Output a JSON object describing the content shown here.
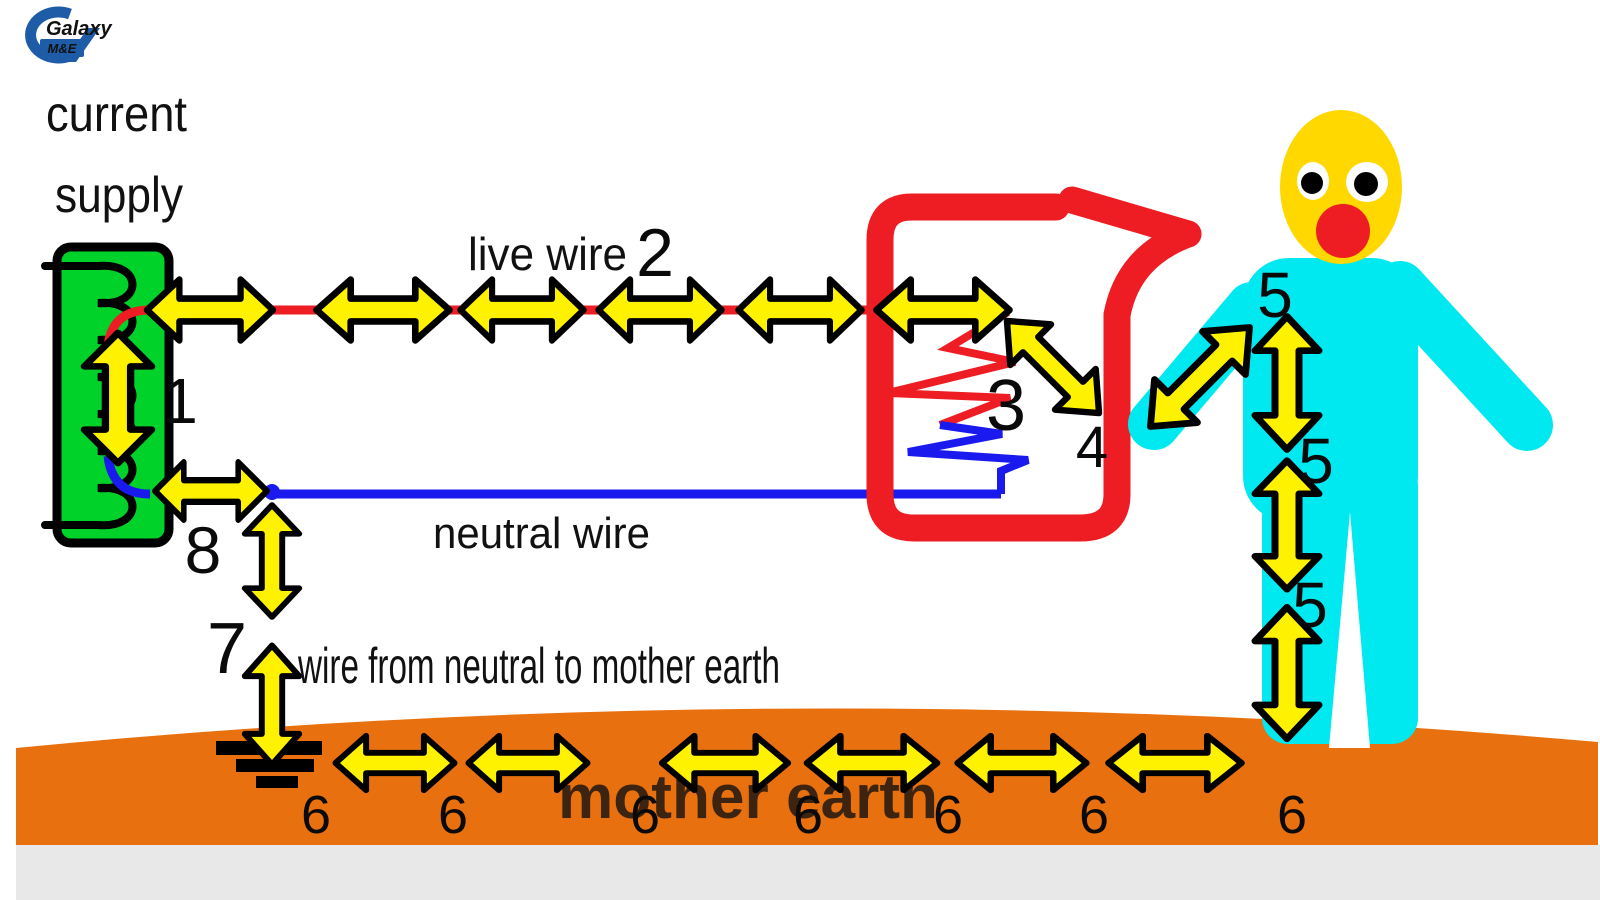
{
  "logo": {
    "brand": "Galaxy",
    "division": "M&E"
  },
  "labels": {
    "source_line1": "current",
    "source_line2": "supply",
    "live_wire": "live wire",
    "neutral_wire": "neutral wire",
    "earth_link_wire": "wire from neutral to mother earth",
    "ground_name": "mother earth"
  },
  "step_numbers": {
    "supply_winding": "1",
    "live_wire_path": "2",
    "heating_element": "3",
    "element_to_hand": "4",
    "body_path": [
      "5",
      "5",
      "5"
    ],
    "earth_path": [
      "6",
      "6",
      "6",
      "6",
      "6",
      "6",
      "6"
    ],
    "neutral_to_earth_wire": "7",
    "neutral_path": "8"
  },
  "colors": {
    "supply_green": "#00d22a",
    "wire_red": "#ee1c23",
    "wire_blue": "#1a1aee",
    "label_blue": "#1c2de0",
    "arrow_yellow": "#fff200",
    "person_cyan": "#00e9f0",
    "head_yellow": "#ffd800",
    "earth_orange": "#e8700e",
    "footer_gray": "#e8e8e8",
    "label_brown": "#5f2808",
    "logo_blue": "#1e5ca8"
  }
}
